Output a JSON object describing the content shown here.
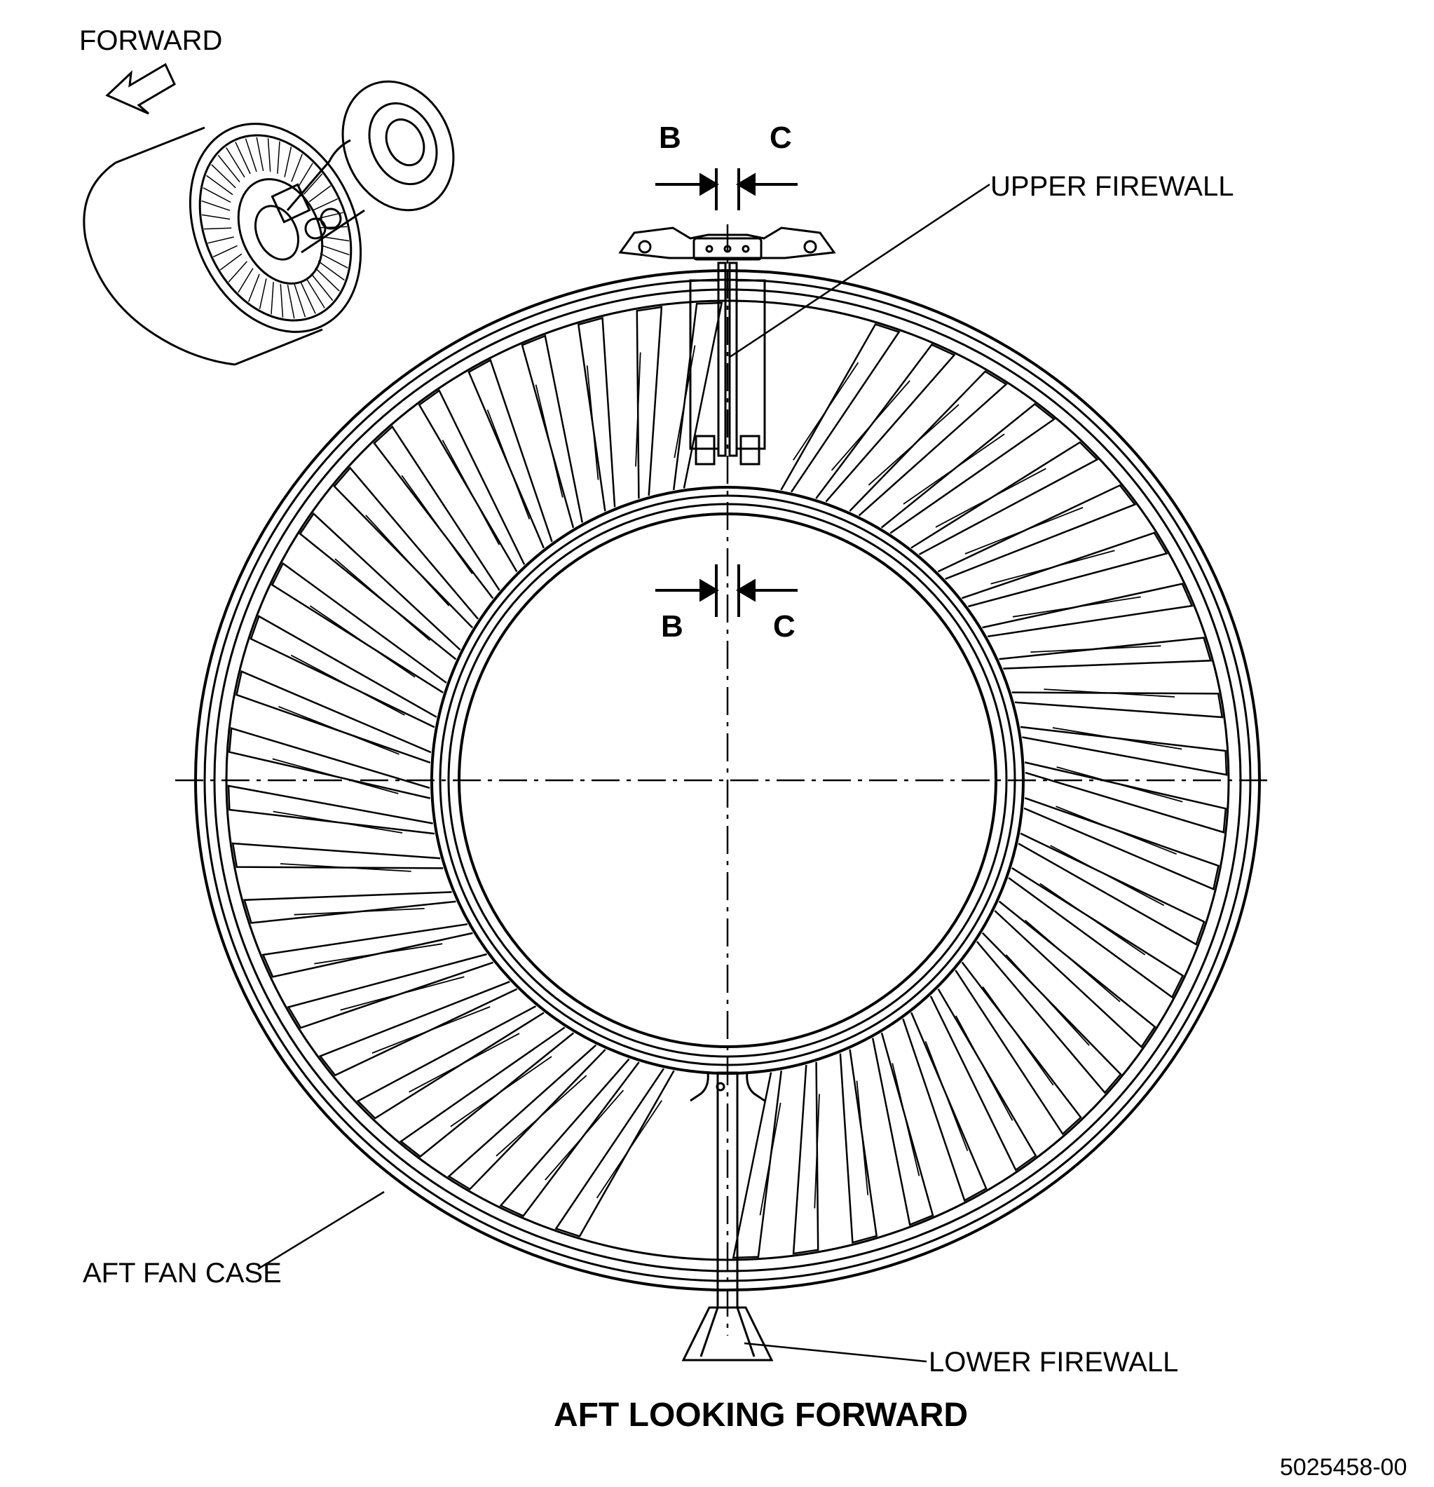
{
  "labels": {
    "forward": "FORWARD",
    "upper_firewall": "UPPER FIREWALL",
    "aft_fan_case": "AFT FAN CASE",
    "lower_firewall": "LOWER FIREWALL"
  },
  "sections": {
    "top_left": "B",
    "top_right": "C",
    "mid_left": "B",
    "mid_right": "C"
  },
  "title": "AFT LOOKING FORWARD",
  "doc_number": "5025458-00",
  "colors": {
    "line": "#000000",
    "background": "#ffffff"
  }
}
